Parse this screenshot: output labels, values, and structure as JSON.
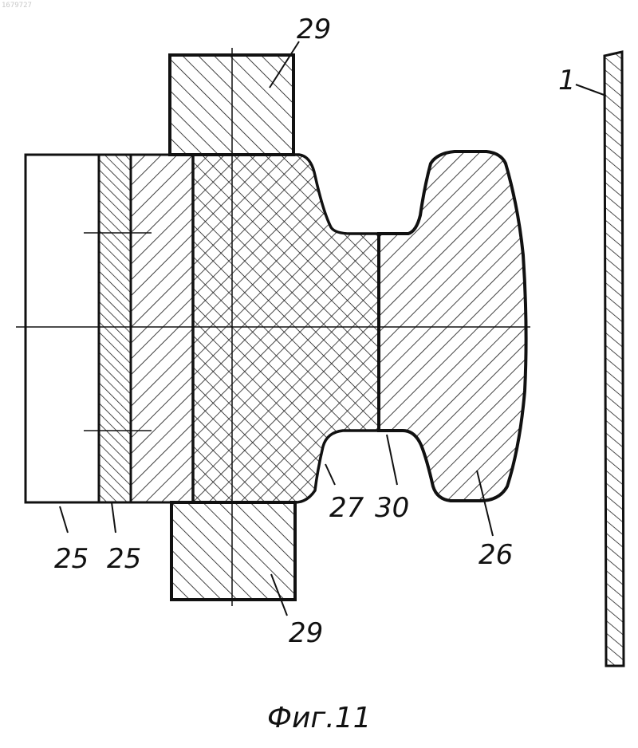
{
  "drawing": {
    "stamp": "1679727",
    "caption": "Фиг.11",
    "labels": {
      "part_1": "1",
      "part_29_top": "29",
      "part_29_bottom": "29",
      "part_25_left": "25",
      "part_25_right": "25",
      "part_27": "27",
      "part_30": "30",
      "part_26": "26"
    }
  }
}
